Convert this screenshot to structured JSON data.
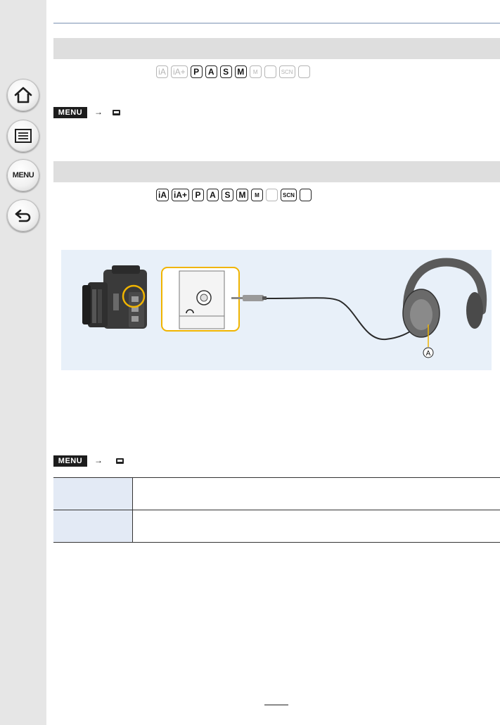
{
  "sidebar": {
    "buttons": [
      {
        "name": "home",
        "icon": "home-icon"
      },
      {
        "name": "contents",
        "icon": "list-icon"
      },
      {
        "name": "menu",
        "icon": "menu-icon",
        "label": "MENU"
      },
      {
        "name": "back",
        "icon": "back-arrow-icon"
      }
    ]
  },
  "section1": {
    "modes": [
      {
        "label": "iA",
        "active": false
      },
      {
        "label": "iA+",
        "active": false
      },
      {
        "label": "P",
        "active": true
      },
      {
        "label": "A",
        "active": true
      },
      {
        "label": "S",
        "active": true
      },
      {
        "label": "M",
        "active": true
      },
      {
        "label": "M",
        "active": false
      },
      {
        "label": "",
        "active": false
      },
      {
        "label": "SCN",
        "active": false
      },
      {
        "label": "",
        "active": false
      }
    ],
    "menu_badge": "MENU",
    "arrow": "→"
  },
  "section2": {
    "modes": [
      {
        "label": "iA",
        "active": true
      },
      {
        "label": "iA+",
        "active": true
      },
      {
        "label": "P",
        "active": true
      },
      {
        "label": "A",
        "active": true
      },
      {
        "label": "S",
        "active": true
      },
      {
        "label": "M",
        "active": true
      },
      {
        "label": "M",
        "active": true
      },
      {
        "label": "",
        "active": false
      },
      {
        "label": "SCN",
        "active": true
      },
      {
        "label": "",
        "active": true
      }
    ],
    "callout": "A",
    "menu_badge": "MENU",
    "arrow": "→"
  },
  "table": {
    "rows": [
      {
        "label": "",
        "value": ""
      },
      {
        "label": "",
        "value": ""
      }
    ]
  },
  "colors": {
    "sidebar_bg": "#e6e6e6",
    "bar_bg": "#dedede",
    "figure_bg": "#e8f0f9",
    "table_label_bg": "#e3eaf5",
    "callout_ring": "#f0b400"
  }
}
